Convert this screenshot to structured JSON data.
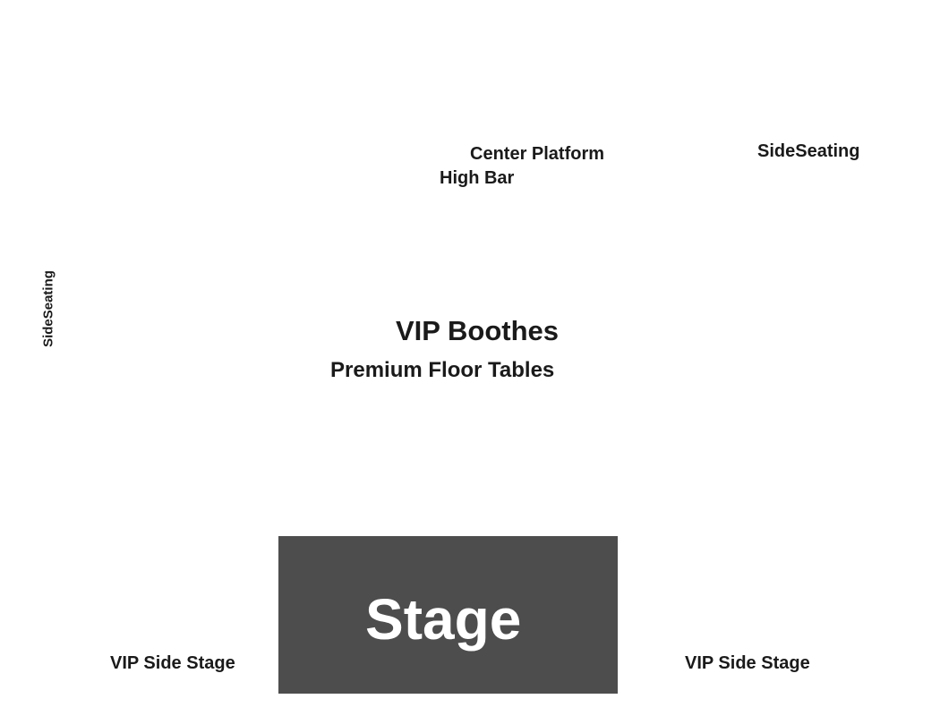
{
  "map": {
    "sections": {
      "center_platform": "Center Platform",
      "high_bar": "High Bar",
      "side_seating_right": "SideSeating",
      "side_seating_left": "SideSeating",
      "vip_boothes": "VIP Boothes",
      "premium_floor_tables": "Premium Floor Tables",
      "vip_side_stage_left": "VIP Side Stage",
      "vip_side_stage_right": "VIP Side Stage"
    },
    "stage": {
      "label": "Stage",
      "color": "#4d4d4d",
      "text_color": "#ffffff"
    },
    "label_color": "#1a1a1a",
    "background": "#ffffff"
  }
}
